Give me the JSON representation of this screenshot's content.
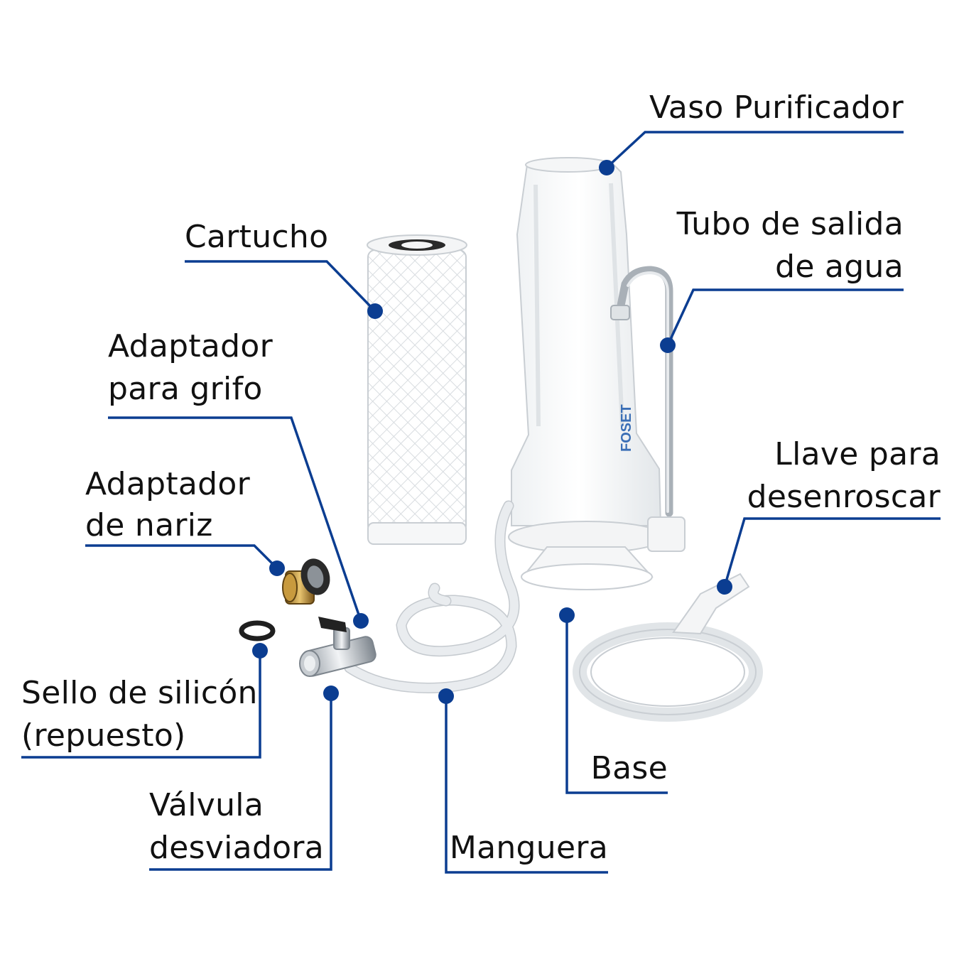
{
  "colors": {
    "leader": "#0b3d91",
    "text": "#111111"
  },
  "brand": {
    "mark": "FOSET"
  },
  "labels": {
    "vaso": "Vaso Purificador",
    "tubo_l1": "Tubo de salida",
    "tubo_l2": "de agua",
    "cartucho": "Cartucho",
    "adaptador_grifo_l1": "Adaptador",
    "adaptador_grifo_l2": "para grifo",
    "adaptador_nariz_l1": "Adaptador",
    "adaptador_nariz_l2": "de nariz",
    "llave_l1": "Llave para",
    "llave_l2": "desenroscar",
    "sello_l1": "Sello de silicón",
    "sello_l2": "(repuesto)",
    "base": "Base",
    "valvula_l1": "Válvula",
    "valvula_l2": "desviadora",
    "manguera": "Manguera"
  }
}
